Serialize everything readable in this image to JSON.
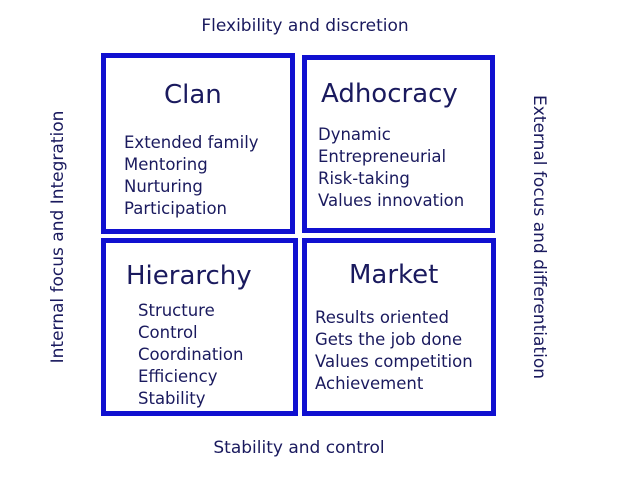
{
  "axes": {
    "top": "Flexibility and discretion",
    "bottom": "Stability and control",
    "left": "Internal focus and Integration",
    "right": "External focus and differentiation"
  },
  "quadrants": {
    "clan": {
      "title": "Clan",
      "items": [
        "Extended family",
        "Mentoring",
        "Nurturing",
        "Participation"
      ]
    },
    "adhocracy": {
      "title": "Adhocracy",
      "items": [
        "Dynamic",
        "Entrepreneurial",
        "Risk-taking",
        "Values innovation"
      ]
    },
    "hierarchy": {
      "title": "Hierarchy",
      "items": [
        "Structure",
        "Control",
        "Coordination",
        "Efficiency",
        "Stability"
      ]
    },
    "market": {
      "title": "Market",
      "items": [
        "Results oriented",
        "Gets the job done",
        "Values competition",
        "Achievement"
      ]
    }
  },
  "colors": {
    "border": "#1010d0",
    "text": "#1a1a5e",
    "background": "#ffffff"
  }
}
